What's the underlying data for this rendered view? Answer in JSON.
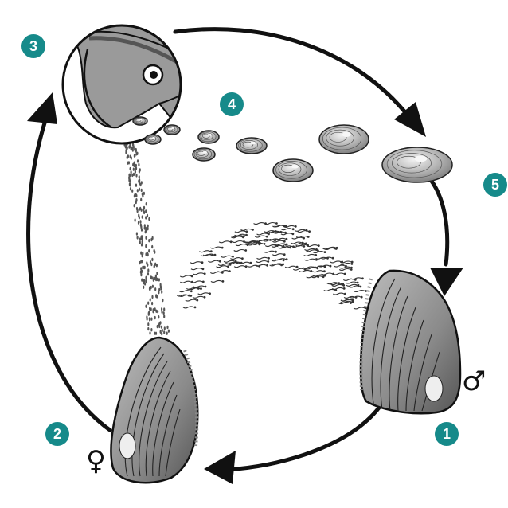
{
  "colors": {
    "badge": "#168a8a",
    "outline": "#111111",
    "shell_light": "#e6e6e6",
    "shell_dark": "#6f6f6f",
    "fish": "#9a9a9a"
  },
  "steps": [
    {
      "label": "1"
    },
    {
      "label": "2"
    },
    {
      "label": "3"
    },
    {
      "label": "4"
    },
    {
      "label": "5"
    }
  ],
  "symbols": {
    "male": "♂",
    "female": "♀"
  },
  "illustrations": {
    "male": "male-mussel",
    "female": "female-mussel",
    "fish": "host-fish",
    "juveniles": "juvenile-mussels",
    "sperm": "sperm-stream",
    "glochidia": "glochidia-stream"
  }
}
